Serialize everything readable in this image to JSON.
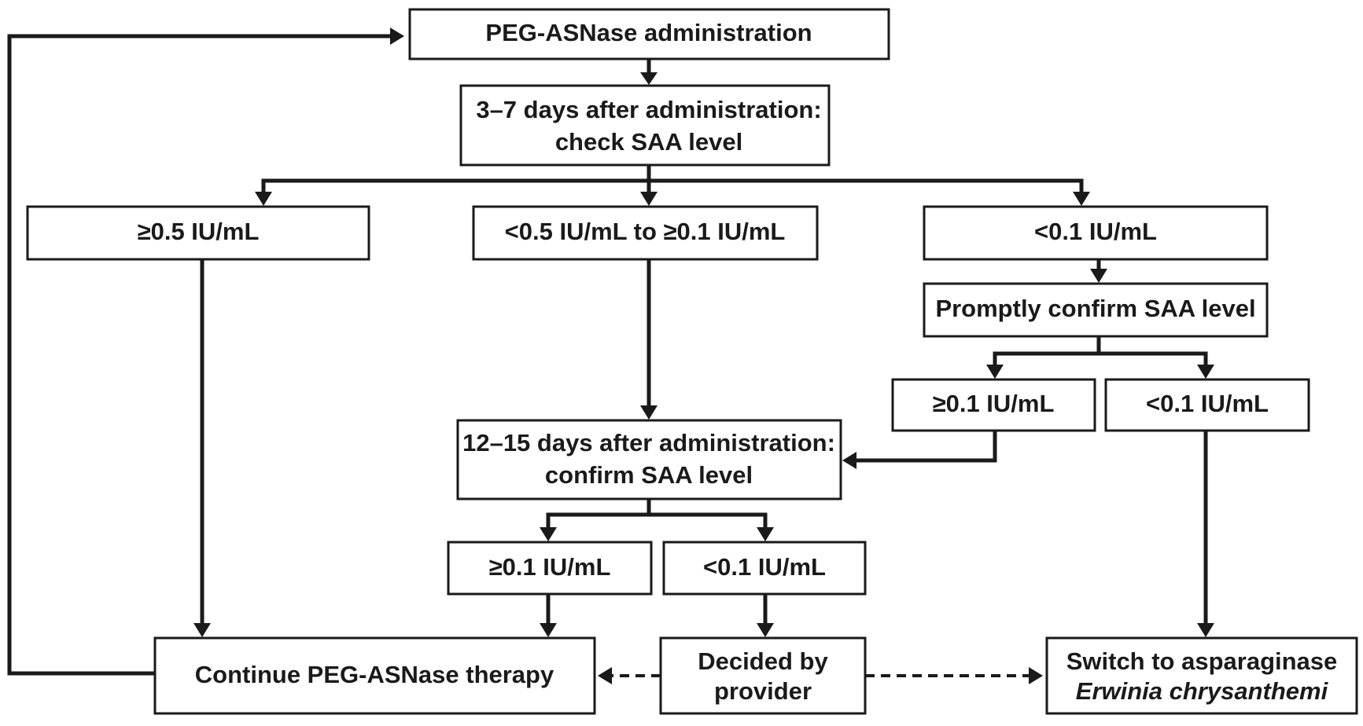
{
  "nodes": {
    "peg_admin": {
      "lines": [
        "PEG-ASNase administration"
      ]
    },
    "check_saa": {
      "lines": [
        "3–7 days after administration:",
        "check SAA level"
      ]
    },
    "ge05": {
      "lines": [
        "≥0.5 IU/mL"
      ]
    },
    "mid_range": {
      "lines": [
        "<0.5 IU/mL to ≥0.1 IU/mL"
      ]
    },
    "lt01_top": {
      "lines": [
        "<0.1 IU/mL"
      ]
    },
    "promptly_confirm": {
      "lines": [
        "Promptly confirm SAA level"
      ]
    },
    "ge01_right": {
      "lines": [
        "≥0.1 IU/mL"
      ]
    },
    "lt01_right": {
      "lines": [
        "<0.1 IU/mL"
      ]
    },
    "confirm_12_15": {
      "lines": [
        "12–15 days after administration:",
        "confirm SAA level"
      ]
    },
    "ge01_bottom": {
      "lines": [
        "≥0.1 IU/mL"
      ]
    },
    "lt01_bottom": {
      "lines": [
        "<0.1 IU/mL"
      ]
    },
    "continue_therapy": {
      "lines": [
        "Continue PEG-ASNase therapy"
      ]
    },
    "decided_by_provider": {
      "lines": [
        "Decided by",
        "provider"
      ]
    },
    "switch_erwinia": {
      "lines": [
        "Switch to asparaginase",
        "Erwinia chrysanthemi"
      ]
    }
  },
  "edges": [
    {
      "from": "peg_admin",
      "to": "check_saa",
      "style": "solid"
    },
    {
      "from": "check_saa",
      "to": "ge05",
      "style": "solid"
    },
    {
      "from": "check_saa",
      "to": "mid_range",
      "style": "solid"
    },
    {
      "from": "check_saa",
      "to": "lt01_top",
      "style": "solid"
    },
    {
      "from": "lt01_top",
      "to": "promptly_confirm",
      "style": "solid"
    },
    {
      "from": "promptly_confirm",
      "to": "ge01_right",
      "style": "solid"
    },
    {
      "from": "promptly_confirm",
      "to": "lt01_right",
      "style": "solid"
    },
    {
      "from": "mid_range",
      "to": "confirm_12_15",
      "style": "solid"
    },
    {
      "from": "ge01_right",
      "to": "confirm_12_15",
      "style": "solid"
    },
    {
      "from": "confirm_12_15",
      "to": "ge01_bottom",
      "style": "solid"
    },
    {
      "from": "confirm_12_15",
      "to": "lt01_bottom",
      "style": "solid"
    },
    {
      "from": "ge05",
      "to": "continue_therapy",
      "style": "solid"
    },
    {
      "from": "ge01_bottom",
      "to": "continue_therapy",
      "style": "solid"
    },
    {
      "from": "lt01_bottom",
      "to": "decided_by_provider",
      "style": "solid"
    },
    {
      "from": "lt01_right",
      "to": "switch_erwinia",
      "style": "solid"
    },
    {
      "from": "decided_by_provider",
      "to": "continue_therapy",
      "style": "dashed"
    },
    {
      "from": "decided_by_provider",
      "to": "switch_erwinia",
      "style": "dashed"
    },
    {
      "from": "continue_therapy",
      "to": "peg_admin",
      "style": "solid"
    }
  ],
  "colors": {
    "ink": "#1a1a1a",
    "background": "#ffffff"
  }
}
